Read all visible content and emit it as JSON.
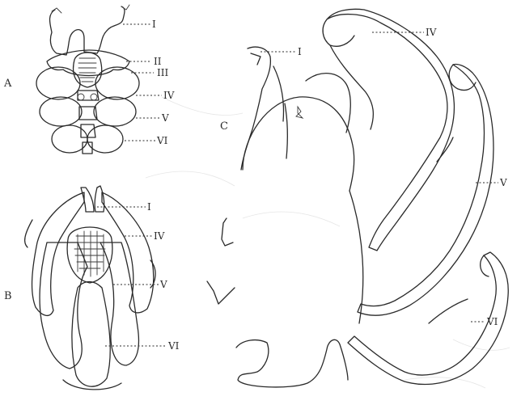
{
  "figures": {
    "A": {
      "letter": "A",
      "labels": [
        "I",
        "II",
        "III",
        "IV",
        "V",
        "VI"
      ]
    },
    "B": {
      "letter": "B",
      "labels": [
        "I",
        "IV",
        "V",
        "VI"
      ]
    },
    "C": {
      "letter": "C",
      "labels": [
        "I",
        "IV",
        "V",
        "VI"
      ]
    }
  }
}
